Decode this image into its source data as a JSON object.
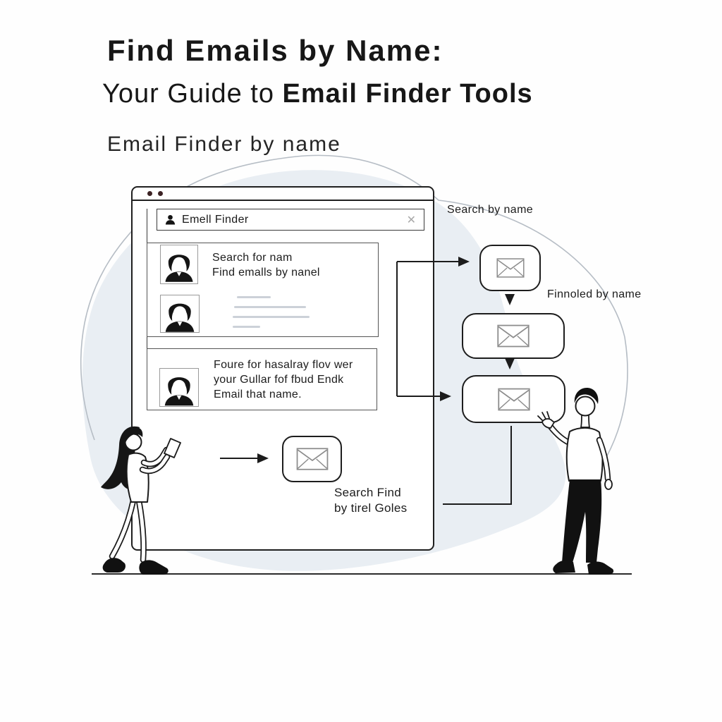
{
  "header": {
    "title_bold": "Find Emails by Name:",
    "subtitle_regular": "Your Guide to ",
    "subtitle_bold": "Email Finder Tools",
    "tagline": "Email Finder by name"
  },
  "browser_window": {
    "search_bar": {
      "value": "Emell Finder",
      "close_icon": "✕"
    },
    "results": {
      "row1": {
        "line1": "Search for nam",
        "line2": "Find emalls by nanel"
      },
      "row3": {
        "line1": "Foure for hasalray flov wer",
        "line2": "your Gullar fof fbud Endk",
        "line3": "Email that name."
      }
    },
    "action_caption": {
      "line1": "Search Find",
      "line2": "by tirel Goles"
    }
  },
  "flowchart": {
    "label_search": "Search by name",
    "label_finnoled": "Finnoled by name"
  },
  "colors": {
    "blob_fill": "#e9eef3",
    "outline_curve": "#b6bdc5",
    "ink": "#1c1c1c",
    "window_dot": "#3c2224",
    "placeholder_line": "#ccd1d8",
    "envelope_stroke": "#8d8d8d"
  }
}
